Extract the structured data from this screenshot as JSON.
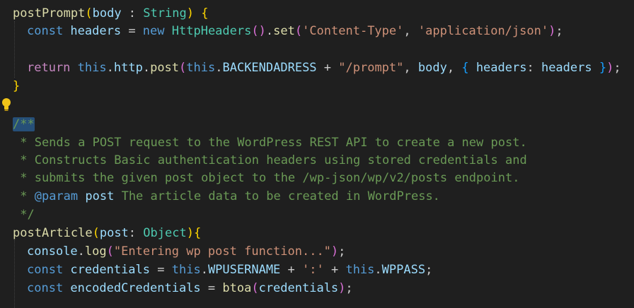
{
  "lines": [
    [
      [
        "postPrompt",
        "fn"
      ],
      [
        "(",
        "b1"
      ],
      [
        "body",
        "var"
      ],
      [
        " : ",
        "p"
      ],
      [
        "String",
        "type"
      ],
      [
        ")",
        "b1"
      ],
      [
        " {",
        "b1"
      ]
    ],
    [
      [
        "const",
        "kw"
      ],
      [
        " headers",
        "var"
      ],
      [
        " = ",
        "p"
      ],
      [
        "new",
        "kw"
      ],
      [
        " ",
        "p"
      ],
      [
        "HttpHeaders",
        "type"
      ],
      [
        "(",
        "b2"
      ],
      [
        ")",
        "b2"
      ],
      [
        ".",
        "p"
      ],
      [
        "set",
        "fn"
      ],
      [
        "(",
        "b2"
      ],
      [
        "'Content-Type'",
        "str"
      ],
      [
        ", ",
        "p"
      ],
      [
        "'application/json'",
        "str"
      ],
      [
        ")",
        "b2"
      ],
      [
        ";",
        "p"
      ]
    ],
    [],
    [
      [
        "return",
        "ctl"
      ],
      [
        " ",
        "p"
      ],
      [
        "this",
        "kw"
      ],
      [
        ".",
        "p"
      ],
      [
        "http",
        "var"
      ],
      [
        ".",
        "p"
      ],
      [
        "post",
        "fn"
      ],
      [
        "(",
        "b2"
      ],
      [
        "this",
        "kw"
      ],
      [
        ".",
        "p"
      ],
      [
        "BACKENDADRESS",
        "var"
      ],
      [
        " + ",
        "p"
      ],
      [
        "\"/prompt\"",
        "str"
      ],
      [
        ", ",
        "p"
      ],
      [
        "body",
        "var"
      ],
      [
        ", ",
        "p"
      ],
      [
        "{",
        "b3"
      ],
      [
        " ",
        "p"
      ],
      [
        "headers",
        "var"
      ],
      [
        ": ",
        "p"
      ],
      [
        "headers",
        "var"
      ],
      [
        " ",
        "p"
      ],
      [
        "}",
        "b3"
      ],
      [
        ")",
        "b2"
      ],
      [
        ";",
        "p"
      ]
    ],
    [
      [
        "}",
        "b1"
      ]
    ],
    [],
    [
      [
        "/**",
        "cm-hl"
      ]
    ],
    [
      [
        " * Sends a POST request to the WordPress REST API to create a new post.",
        "cm"
      ]
    ],
    [
      [
        " * Constructs Basic authentication headers using stored credentials and",
        "cm"
      ]
    ],
    [
      [
        " * submits the given post object to the /wp-json/wp/v2/posts endpoint.",
        "cm"
      ]
    ],
    [
      [
        " * ",
        "cm"
      ],
      [
        "@param",
        "tag"
      ],
      [
        " ",
        "cm"
      ],
      [
        "post",
        "var"
      ],
      [
        " The article data to be created in WordPress.",
        "cm"
      ]
    ],
    [
      [
        " */",
        "cm"
      ]
    ],
    [
      [
        "postArticle",
        "fn"
      ],
      [
        "(",
        "b1"
      ],
      [
        "post",
        "var"
      ],
      [
        ": ",
        "p"
      ],
      [
        "Object",
        "type"
      ],
      [
        ")",
        "b1"
      ],
      [
        "{",
        "b1"
      ]
    ],
    [
      [
        "console",
        "var"
      ],
      [
        ".",
        "p"
      ],
      [
        "log",
        "fn"
      ],
      [
        "(",
        "b2"
      ],
      [
        "\"Entering wp post function...\"",
        "str"
      ],
      [
        ")",
        "b2"
      ],
      [
        ";",
        "p"
      ]
    ],
    [
      [
        "const",
        "kw"
      ],
      [
        " credentials",
        "var"
      ],
      [
        " = ",
        "p"
      ],
      [
        "this",
        "kw"
      ],
      [
        ".",
        "p"
      ],
      [
        "WPUSERNAME",
        "var"
      ],
      [
        " + ",
        "p"
      ],
      [
        "':'",
        "str"
      ],
      [
        " + ",
        "p"
      ],
      [
        "this",
        "kw"
      ],
      [
        ".",
        "p"
      ],
      [
        "WPPASS",
        "var"
      ],
      [
        ";",
        "p"
      ]
    ],
    [
      [
        "const",
        "kw"
      ],
      [
        " encodedCredentials",
        "var"
      ],
      [
        " = ",
        "p"
      ],
      [
        "btoa",
        "fn"
      ],
      [
        "(",
        "b2"
      ],
      [
        "credentials",
        "var"
      ],
      [
        ")",
        "b2"
      ],
      [
        ";",
        "p"
      ]
    ]
  ],
  "lightbulb_icon": "lightbulb-icon"
}
